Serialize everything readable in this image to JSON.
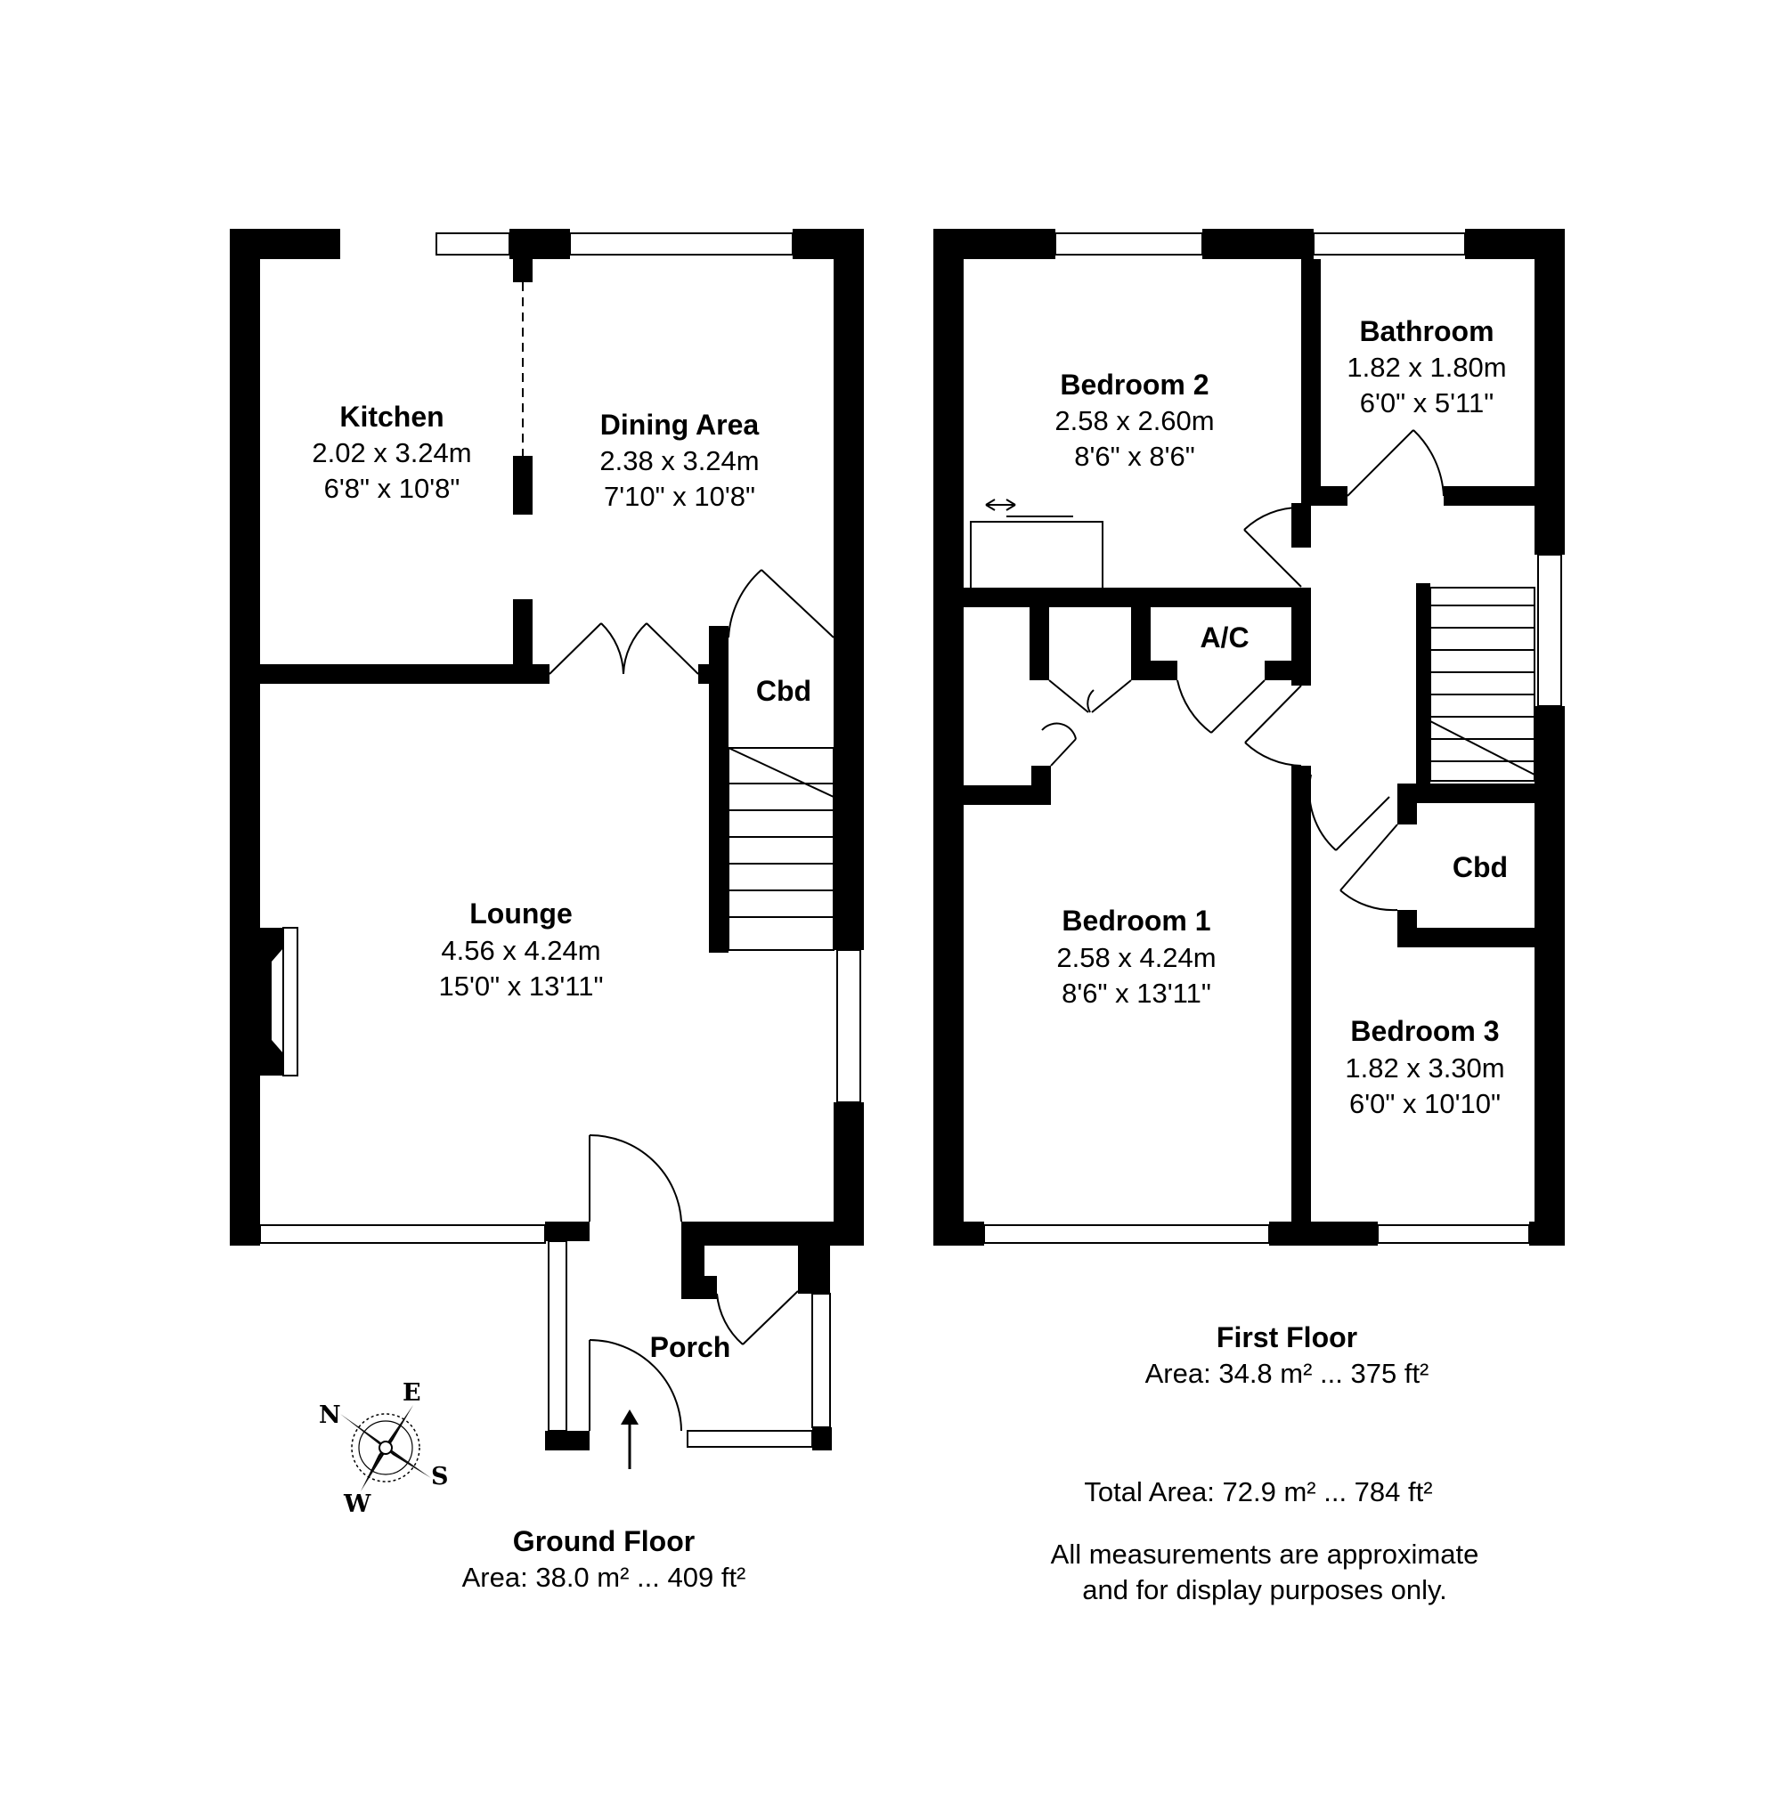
{
  "ground_floor": {
    "title": "Ground Floor",
    "area": "Area: 38.0 m² ... 409 ft²",
    "rooms": {
      "kitchen": {
        "name": "Kitchen",
        "dim_m": "2.02 x 3.24m",
        "dim_ft": "6'8\" x 10'8\""
      },
      "dining": {
        "name": "Dining Area",
        "dim_m": "2.38 x 3.24m",
        "dim_ft": "7'10\" x 10'8\""
      },
      "lounge": {
        "name": "Lounge",
        "dim_m": "4.56 x 4.24m",
        "dim_ft": "15'0\" x 13'11\""
      },
      "cupboard": {
        "name": "Cbd"
      },
      "porch": {
        "name": "Porch"
      }
    }
  },
  "first_floor": {
    "title": "First Floor",
    "area": "Area: 34.8 m² ... 375 ft²",
    "rooms": {
      "bedroom2": {
        "name": "Bedroom 2",
        "dim_m": "2.58 x 2.60m",
        "dim_ft": "8'6\" x 8'6\""
      },
      "bathroom": {
        "name": "Bathroom",
        "dim_m": "1.82 x 1.80m",
        "dim_ft": "6'0\" x 5'11\""
      },
      "bedroom1": {
        "name": "Bedroom 1",
        "dim_m": "2.58 x 4.24m",
        "dim_ft": "8'6\" x 13'11\""
      },
      "bedroom3": {
        "name": "Bedroom 3",
        "dim_m": "1.82 x 3.30m",
        "dim_ft": "6'0\" x 10'10\""
      },
      "airing": {
        "name": "A/C"
      },
      "cupboard": {
        "name": "Cbd"
      }
    }
  },
  "total_area": "Total Area: 72.9 m² ... 784 ft²",
  "disclaimer": {
    "line1": "All measurements are approximate",
    "line2": "and for display purposes only."
  },
  "compass": {
    "n": "N",
    "e": "E",
    "s": "S",
    "w": "W"
  },
  "colors": {
    "wall": "#000000",
    "background": "#ffffff"
  }
}
